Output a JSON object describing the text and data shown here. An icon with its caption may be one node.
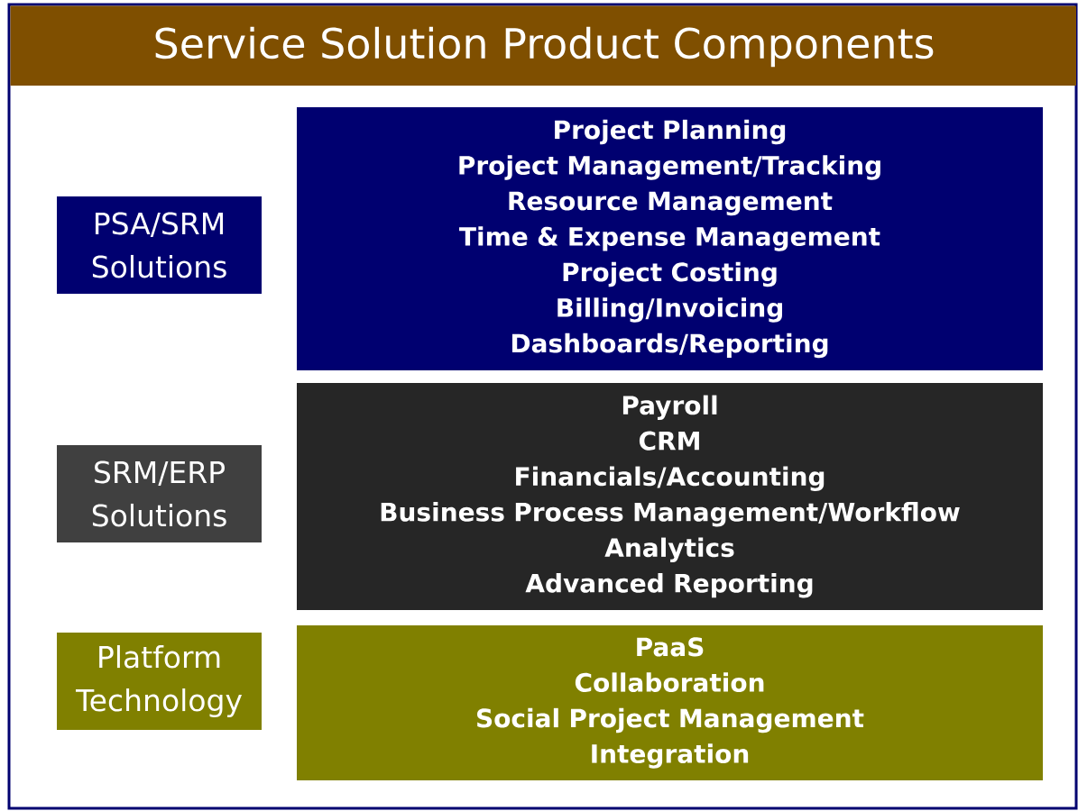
{
  "diagram": {
    "title": "Service Solution Product Components",
    "nodes": [
      {
        "text": [
          "PSA/SRM Solutions"
        ]
      },
      {
        "text": [
          "Project Planning",
          "Project Management/Tracking",
          "Resource Management",
          "Time & Expense Management",
          "Project Costing",
          "Billing/Invoicing",
          "Dashboards/Reporting"
        ]
      },
      {
        "text": [
          "SRM/ERP Solutions"
        ]
      },
      {
        "text": [
          "Payroll",
          "CRM",
          "Financials/Accounting",
          "Business Process Management/Workflow",
          "Analytics",
          "Advanced Reporting"
        ]
      },
      {
        "text": [
          "Platform Technology"
        ]
      },
      {
        "text": [
          "PaaS",
          "Collaboration",
          "Social Project Management",
          "Integration"
        ]
      }
    ]
  }
}
